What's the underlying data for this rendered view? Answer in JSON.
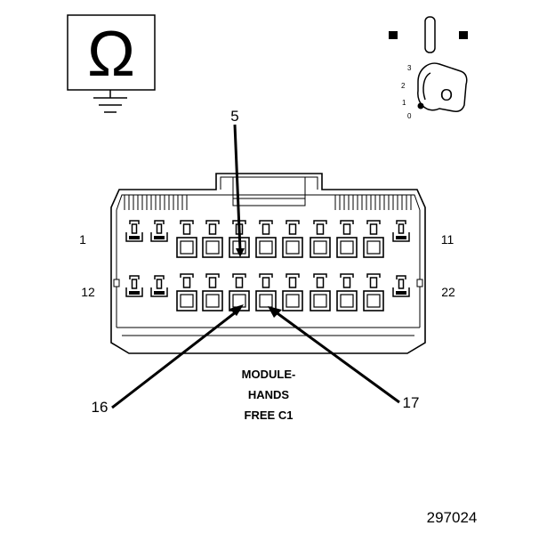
{
  "ohm_symbol": "Ω",
  "ignition": {
    "key_label": "O",
    "positions": [
      "3",
      "2",
      "1",
      "0"
    ]
  },
  "pin_labels": {
    "row1_left": "1",
    "row1_right": "11",
    "row2_left": "12",
    "row2_right": "22"
  },
  "callouts": {
    "pin_5": "5",
    "pin_16": "16",
    "pin_17": "17"
  },
  "connector_name": [
    "MODULE-",
    "HANDS",
    "FREE C1"
  ],
  "figure_number": "297024"
}
